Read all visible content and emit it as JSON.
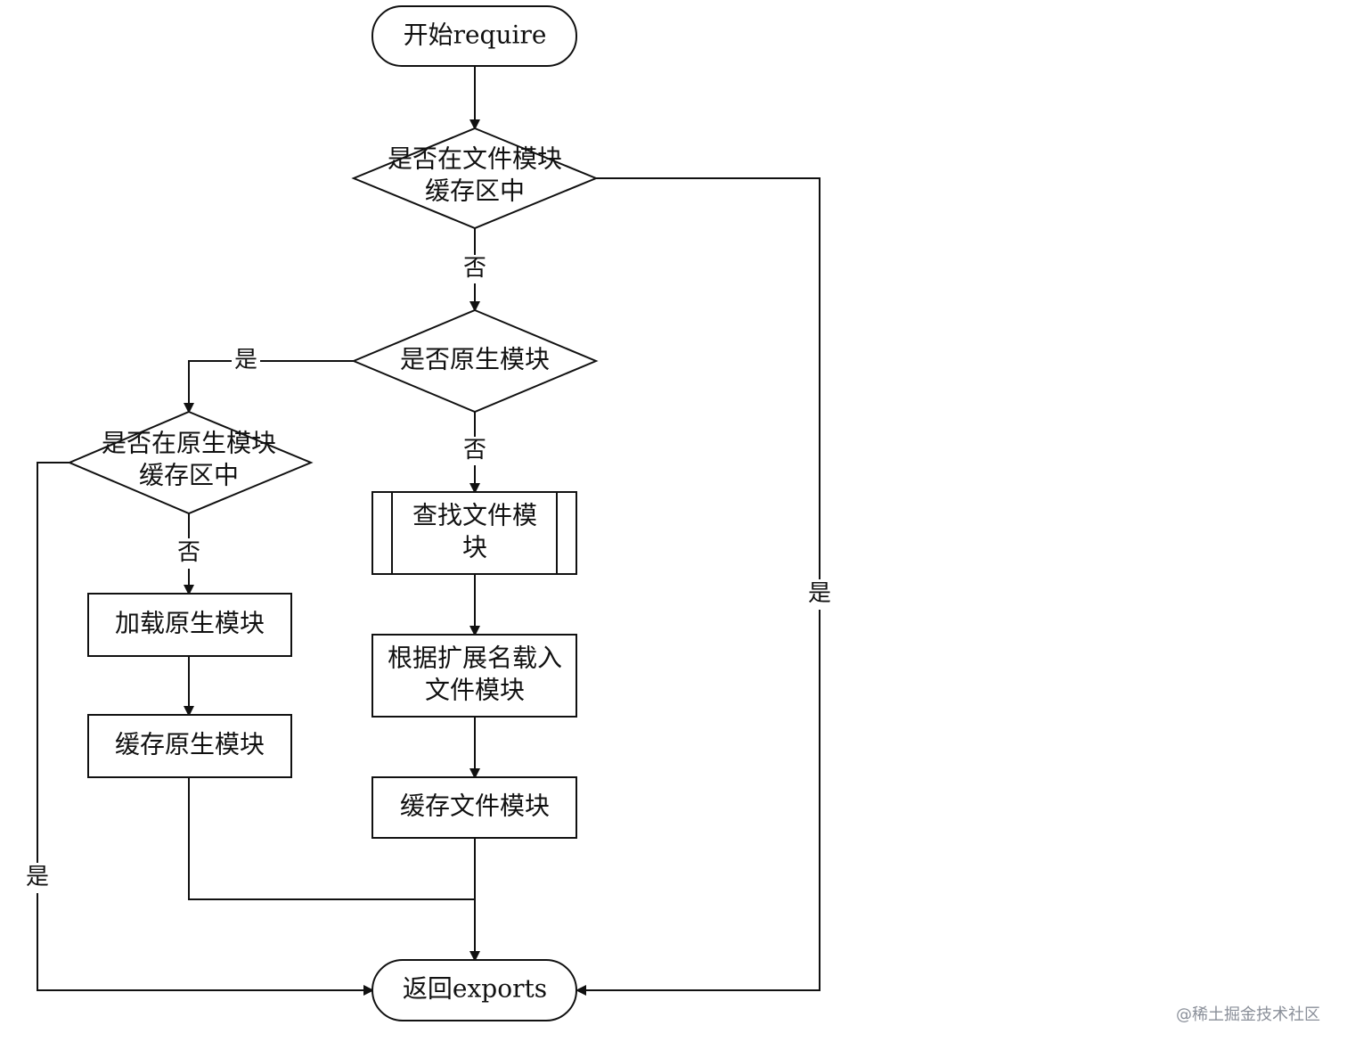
{
  "nodes": {
    "start": "开始require",
    "check_file_cache": [
      "是否在文件模块",
      "缓存区中"
    ],
    "check_native": "是否原生模块",
    "check_native_cache": [
      "是否在原生模块",
      "缓存区中"
    ],
    "find_file_module": [
      "查找文件模",
      "块"
    ],
    "load_native": "加载原生模块",
    "cache_native": "缓存原生模块",
    "load_by_ext": [
      "根据扩展名载入",
      "文件模块"
    ],
    "cache_file": "缓存文件模块",
    "return_exports": "返回exports"
  },
  "edges": {
    "no_file_cache": "否",
    "no_native": "否",
    "yes_native": "是",
    "no_native_cache": "否",
    "yes_native_cache": "是",
    "yes_file_cache": "是"
  },
  "watermark": "@稀土掘金技术社区"
}
